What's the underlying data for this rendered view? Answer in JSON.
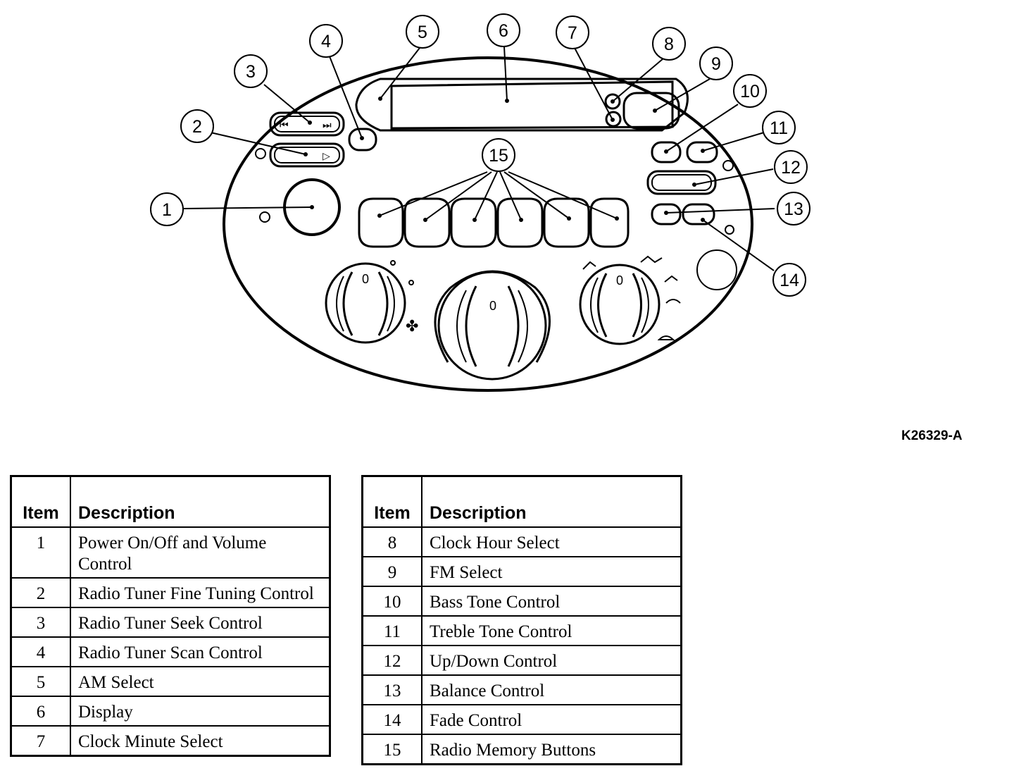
{
  "figure_code": "K26329-A",
  "callouts": [
    "1",
    "2",
    "3",
    "4",
    "5",
    "6",
    "7",
    "8",
    "9",
    "10",
    "11",
    "12",
    "13",
    "14",
    "15"
  ],
  "tables": [
    {
      "header": {
        "item": "Item",
        "description": "Description"
      },
      "rows": [
        {
          "item": "1",
          "description": "Power On/Off and Volume Control"
        },
        {
          "item": "2",
          "description": "Radio Tuner Fine Tuning Control"
        },
        {
          "item": "3",
          "description": "Radio Tuner Seek Control"
        },
        {
          "item": "4",
          "description": "Radio Tuner Scan Control"
        },
        {
          "item": "5",
          "description": "AM Select"
        },
        {
          "item": "6",
          "description": "Display"
        },
        {
          "item": "7",
          "description": "Clock Minute Select"
        }
      ]
    },
    {
      "header": {
        "item": "Item",
        "description": "Description"
      },
      "rows": [
        {
          "item": "8",
          "description": "Clock Hour Select"
        },
        {
          "item": "9",
          "description": "FM Select"
        },
        {
          "item": "10",
          "description": "Bass Tone Control"
        },
        {
          "item": "11",
          "description": "Treble Tone Control"
        },
        {
          "item": "12",
          "description": "Up/Down Control"
        },
        {
          "item": "13",
          "description": "Balance Control"
        },
        {
          "item": "14",
          "description": "Fade Control"
        },
        {
          "item": "15",
          "description": "Radio Memory Buttons"
        }
      ]
    }
  ],
  "dial_marks": [
    "0",
    "0",
    "0"
  ]
}
